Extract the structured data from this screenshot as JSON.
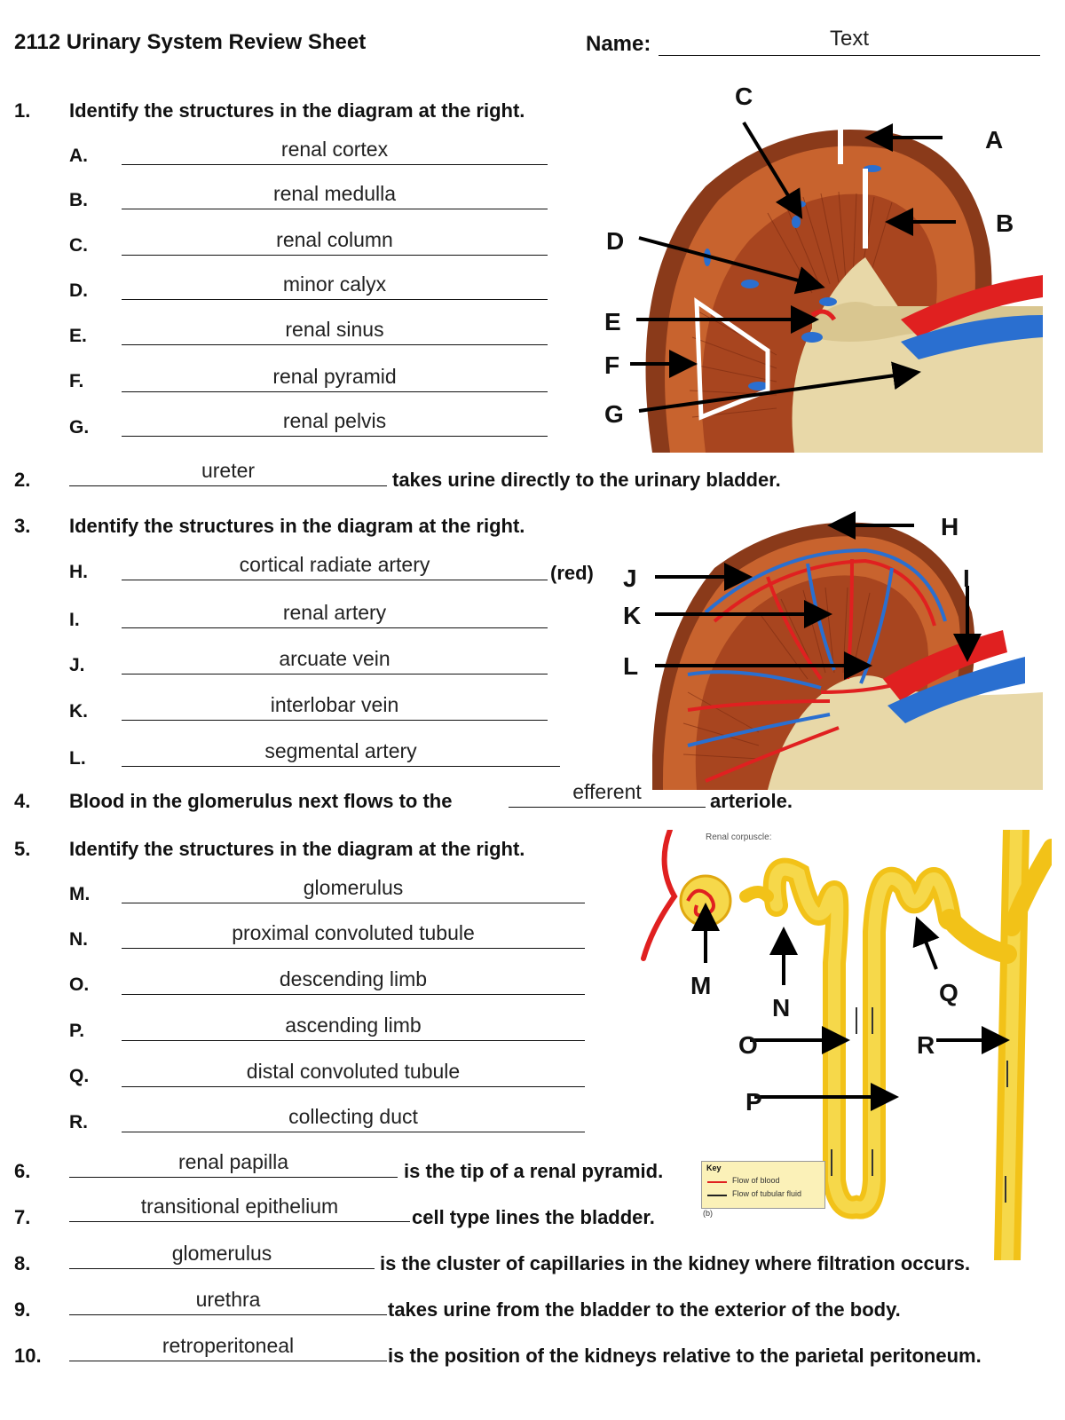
{
  "header": {
    "title": "2112 Urinary System Review Sheet",
    "name_label": "Name:",
    "name_value": "Text"
  },
  "q1": {
    "num": "1.",
    "prompt": "Identify the structures in the diagram at the right.",
    "items": [
      {
        "letter": "A.",
        "answer": "renal cortex"
      },
      {
        "letter": "B.",
        "answer": "renal medulla"
      },
      {
        "letter": "C.",
        "answer": "renal column"
      },
      {
        "letter": "D.",
        "answer": "minor calyx"
      },
      {
        "letter": "E.",
        "answer": "renal sinus"
      },
      {
        "letter": "F.",
        "answer": "renal pyramid"
      },
      {
        "letter": "G.",
        "answer": "renal pelvis"
      }
    ],
    "labels": {
      "A": "A",
      "B": "B",
      "C": "C",
      "D": "D",
      "E": "E",
      "F": "F",
      "G": "G"
    }
  },
  "q2": {
    "num": "2.",
    "answer": "ureter",
    "text": "takes urine directly to the urinary bladder."
  },
  "q3": {
    "num": "3.",
    "prompt": "Identify the structures in the diagram at the right.",
    "items": [
      {
        "letter": "H.",
        "answer": "cortical radiate artery",
        "suffix": "(red)"
      },
      {
        "letter": "I.",
        "answer": "renal artery"
      },
      {
        "letter": "J.",
        "answer": "arcuate vein"
      },
      {
        "letter": "K.",
        "answer": "interlobar vein"
      },
      {
        "letter": "L.",
        "answer": "segmental artery"
      }
    ],
    "labels": {
      "H": "H",
      "I": "I",
      "J": "J",
      "K": "K",
      "L": "L"
    }
  },
  "q4": {
    "num": "4.",
    "text_before": "Blood in the glomerulus next flows to the",
    "answer": "efferent",
    "text_after": "arteriole."
  },
  "q5": {
    "num": "5.",
    "prompt": "Identify the structures in the diagram at the right.",
    "items": [
      {
        "letter": "M.",
        "answer": "glomerulus"
      },
      {
        "letter": "N.",
        "answer": "proximal convoluted tubule"
      },
      {
        "letter": "O.",
        "answer": "descending limb"
      },
      {
        "letter": "P.",
        "answer": "ascending limb"
      },
      {
        "letter": "Q.",
        "answer": "distal convoluted tubule"
      },
      {
        "letter": "R.",
        "answer": "collecting duct"
      }
    ],
    "labels": {
      "M": "M",
      "N": "N",
      "O": "O",
      "P": "P",
      "Q": "Q",
      "R": "R"
    },
    "figure_caption": "Renal corpuscle:",
    "key": {
      "title": "Key",
      "blood": "Flow of blood",
      "fluid": "Flow of tubular fluid",
      "panel": "(b)"
    }
  },
  "q6": {
    "num": "6.",
    "answer": "renal papilla",
    "text": "is the tip of a renal pyramid."
  },
  "q7": {
    "num": "7.",
    "answer": "transitional epithelium",
    "text": "cell type lines the bladder."
  },
  "q8": {
    "num": "8.",
    "answer": "glomerulus",
    "text": "is the cluster of capillaries in the kidney where filtration occurs."
  },
  "q9": {
    "num": "9.",
    "answer": "urethra",
    "text": "takes urine from the bladder to the exterior of the body."
  },
  "q10": {
    "num": "10.",
    "answer": "retroperitoneal",
    "text": "is the position of the kidneys relative to the parietal peritoneum."
  },
  "colors": {
    "cortex": "#c8632e",
    "artery": "#e02020",
    "vein": "#2a6fd0",
    "pelvis": "#e8d8a8",
    "tubule": "#f2c218"
  }
}
